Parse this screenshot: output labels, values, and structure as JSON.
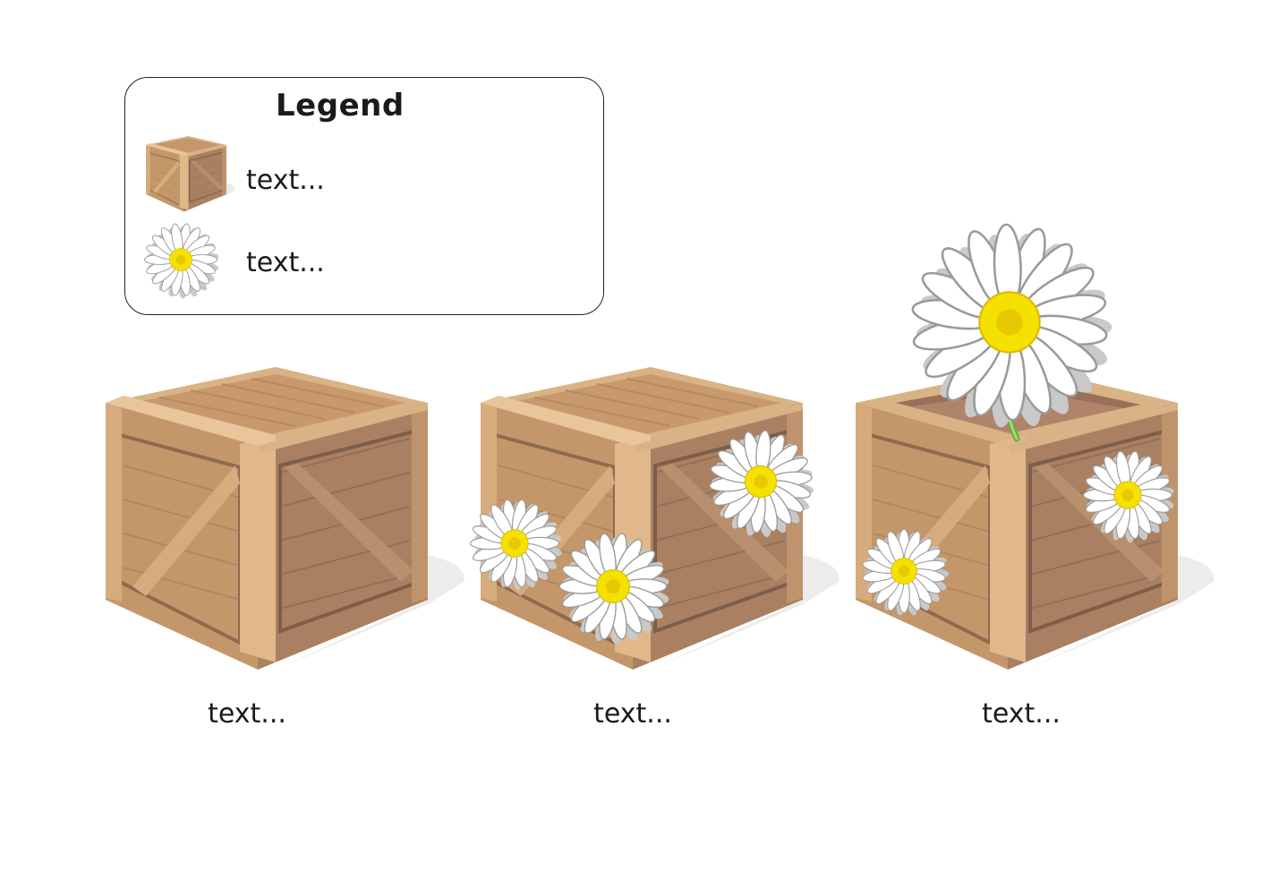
{
  "legend": {
    "title": "Legend",
    "items": [
      {
        "icon": "crate-icon",
        "label": "text..."
      },
      {
        "icon": "daisy-icon",
        "label": "text..."
      }
    ]
  },
  "crates": [
    {
      "caption": "text...",
      "state": "closed",
      "daisies_on_sides": 0,
      "lid": "closed",
      "daisy_growing_inside": false
    },
    {
      "caption": "text...",
      "state": "closed with daisies",
      "daisies_on_sides": 3,
      "lid": "closed",
      "daisy_growing_inside": false
    },
    {
      "caption": "text...",
      "state": "open with growing daisy",
      "daisies_on_sides": 2,
      "lid": "open",
      "daisy_growing_inside": true
    }
  ],
  "colors": {
    "wood_light": "#d9b285",
    "wood_mid": "#c4976a",
    "wood_dark": "#a27a5a",
    "daisy_center": "#f5e100",
    "daisy_petal": "#ffffff",
    "stem": "#8cc63f"
  }
}
